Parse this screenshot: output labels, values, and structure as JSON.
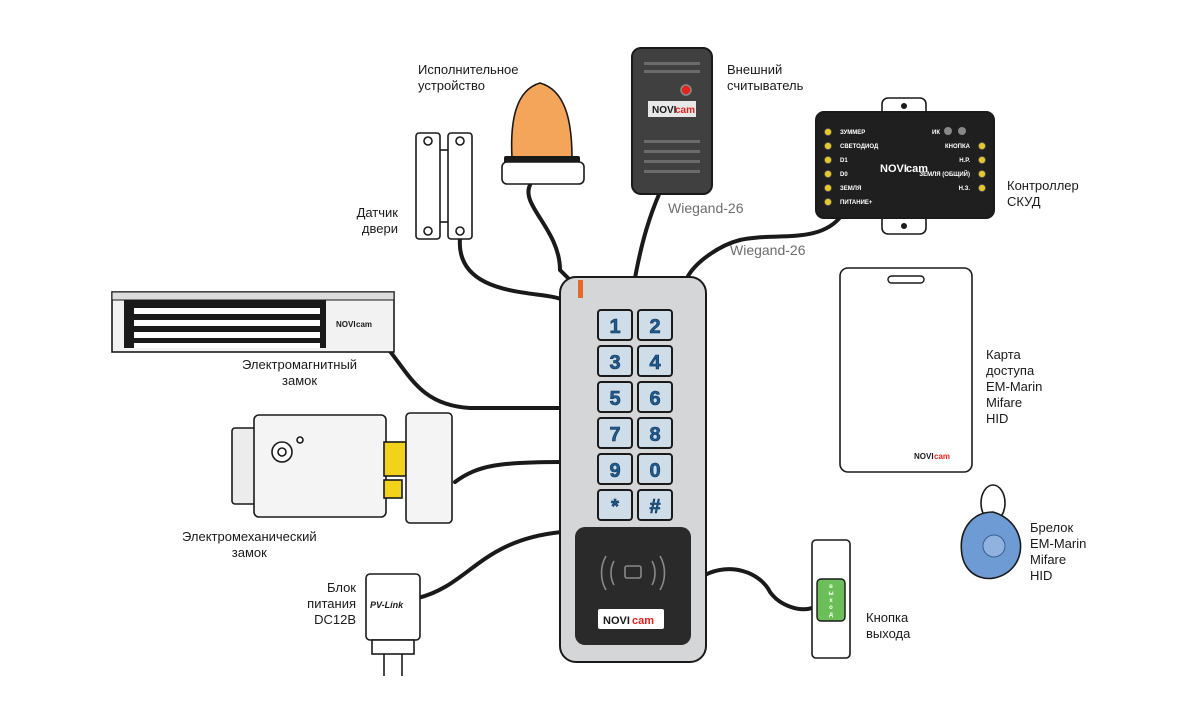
{
  "labels": {
    "actuator": [
      "Исполнительное",
      "устройство"
    ],
    "external_reader": [
      "Внешний",
      "считыватель"
    ],
    "controller": [
      "Контроллер",
      "СКУД"
    ],
    "door_sensor": [
      "Датчик",
      "двери"
    ],
    "wiegand_reader": "Wiegand-26",
    "wiegand_controller": "Wiegand-26",
    "electromagnetic_lock": [
      "Электромагнитный",
      "замок"
    ],
    "electromechanical_lock": [
      "Электромеханический",
      "замок"
    ],
    "power_supply": [
      "Блок",
      "питания",
      "DC12В"
    ],
    "access_card": [
      "Карта",
      "доступа",
      "EM-Marin",
      "Mifare",
      "HID"
    ],
    "key_fob": [
      "Брелок",
      "EM-Marin",
      "Mifare",
      "HID"
    ],
    "exit_button": [
      "Кнопка",
      "выхода"
    ]
  },
  "keypad": {
    "keys": [
      "1",
      "2",
      "3",
      "4",
      "5",
      "6",
      "7",
      "8",
      "9",
      "0",
      "*",
      "#"
    ]
  },
  "brand": {
    "name_left": "NOVI",
    "name_right": "cam",
    "power_brand": "PV-Link",
    "exit_text": "выход"
  },
  "controller_terminals": {
    "left": [
      "ЗУММЕР",
      "СВЕТОДИОД",
      "D1",
      "D0",
      "ЗЕМЛЯ",
      "ПИТАНИЕ+"
    ],
    "right": [
      "ИК",
      "КНОПКА",
      "Н.Р.",
      "ЗЕМЛЯ (ОБЩИЙ)",
      "Н.З."
    ]
  },
  "colors": {
    "wire": "#1a1a1a",
    "panel": "#d5d6d8",
    "key_face": "#cfdde8",
    "key_text": "#1f5d93",
    "beacon": "#f5a55a",
    "led": "#e8682a",
    "bolt": "#f2d21b",
    "fob": "#6f9bd4",
    "exit_button": "#6cbf58",
    "brand_red": "#e3241b"
  }
}
